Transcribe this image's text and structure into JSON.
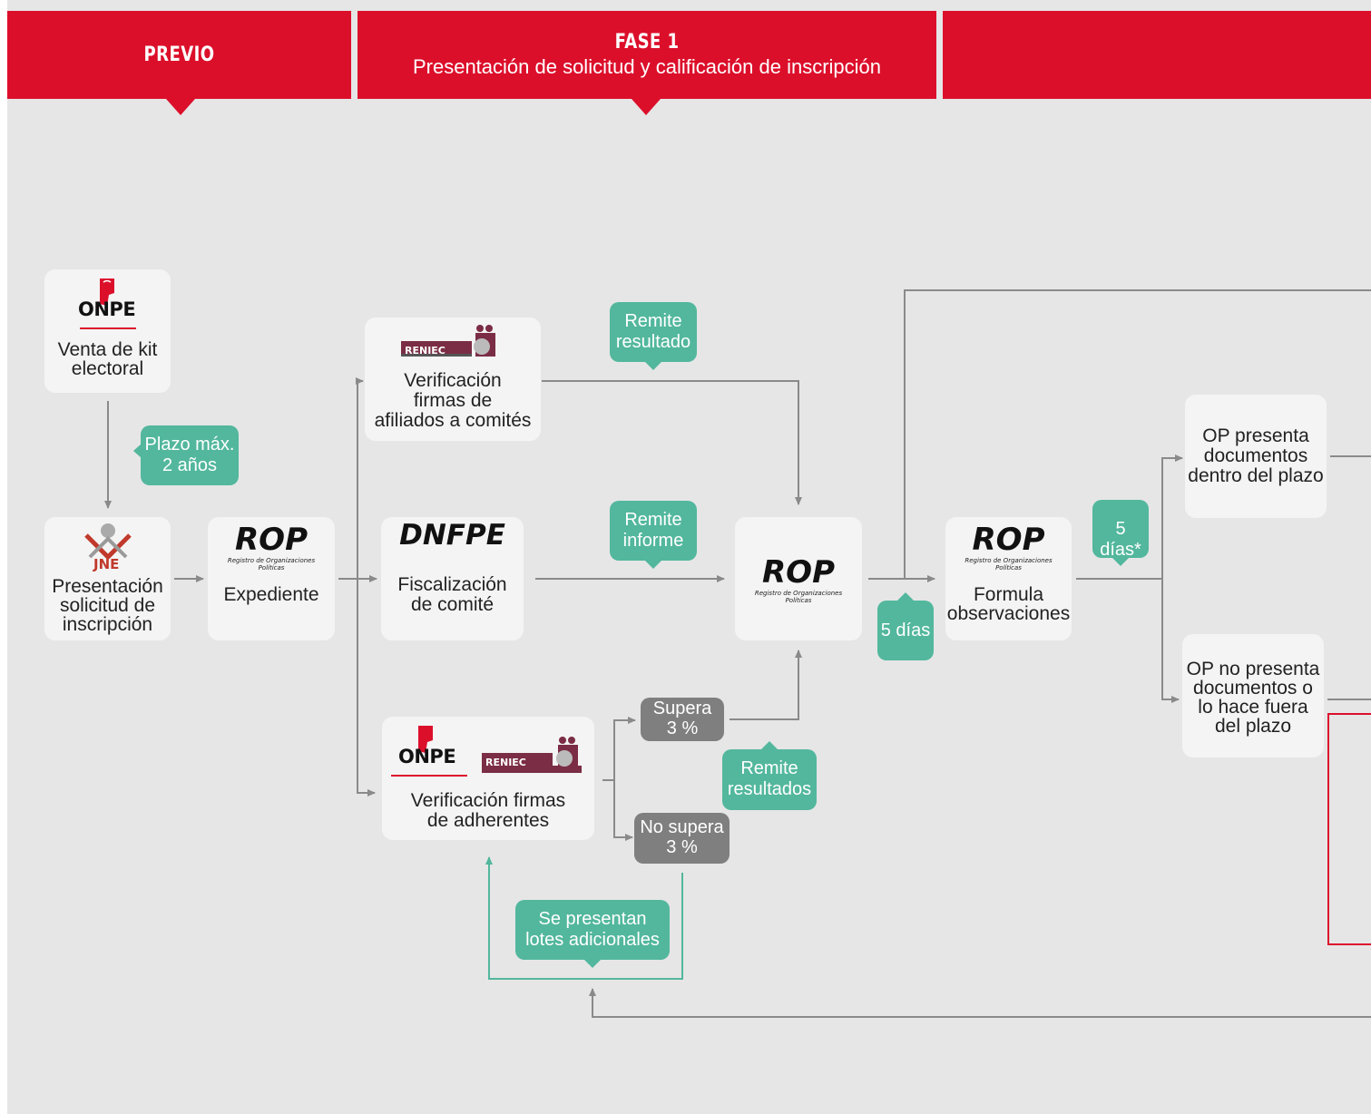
{
  "header": {
    "previo": "PREVIO",
    "fase1_title": "FASE 1",
    "fase1_subtitle": "Presentación de solicitud y calificación de inscripción"
  },
  "nodes": {
    "venta_kit": {
      "logo": "ONPE",
      "label1": "Venta de kit",
      "label2": "electoral"
    },
    "presentacion": {
      "logo": "JNE",
      "label1": "Presentación",
      "label2": "solicitud de",
      "label3": "inscripción"
    },
    "expediente": {
      "logo": "ROP",
      "logo_sub1": "Registro de Organizaciones",
      "logo_sub2": "Políticas",
      "label": "Expediente"
    },
    "verif_afiliados": {
      "logo": "RENIEC",
      "label1": "Verificación",
      "label2": "firmas de",
      "label3": "afiliados a comités"
    },
    "fiscalizacion": {
      "logo": "DNFPE",
      "label1": "Fiscalización",
      "label2": "de comité"
    },
    "verif_adherentes": {
      "logo1": "ONPE",
      "logo2": "RENIEC",
      "label1": "Verificación firmas",
      "label2": "de adherentes"
    },
    "rop_central": {
      "logo": "ROP",
      "logo_sub1": "Registro de Organizaciones",
      "logo_sub2": "Políticas"
    },
    "formula_obs": {
      "logo": "ROP",
      "logo_sub1": "Registro de Organizaciones",
      "logo_sub2": "Políticas",
      "label1": "Formula",
      "label2": "observaciones"
    },
    "op_presenta": {
      "label1": "OP presenta",
      "label2": "documentos",
      "label3": "dentro del plazo"
    },
    "op_no_presenta": {
      "label1": "OP no presenta",
      "label2": "documentos o",
      "label3": "lo hace fuera",
      "label4": "del plazo"
    }
  },
  "bubbles": {
    "plazo": {
      "line1": "Plazo máx.",
      "line2": "2 años"
    },
    "remite_resultado": {
      "line1": "Remite",
      "line2": "resultado"
    },
    "remite_informe": {
      "line1": "Remite",
      "line2": "informe"
    },
    "remite_resultados": {
      "line1": "Remite",
      "line2": "resultados"
    },
    "supera": {
      "line1": "Supera",
      "line2": "3 %"
    },
    "no_supera": {
      "line1": "No supera",
      "line2": "3 %"
    },
    "lotes": {
      "line1": "Se presentan",
      "line2": "lotes adicionales"
    },
    "cinco_dias": {
      "line1": "5 días"
    },
    "cinco_dias_ast": {
      "line1": "5 días*"
    }
  },
  "colors": {
    "header_red": "#dc0f2b",
    "background": "#e6e6e6",
    "box": "#f4f4f4",
    "bubble_green": "#52b79d",
    "bubble_grey": "#7f7f7f",
    "connector": "#8a8a8a"
  }
}
